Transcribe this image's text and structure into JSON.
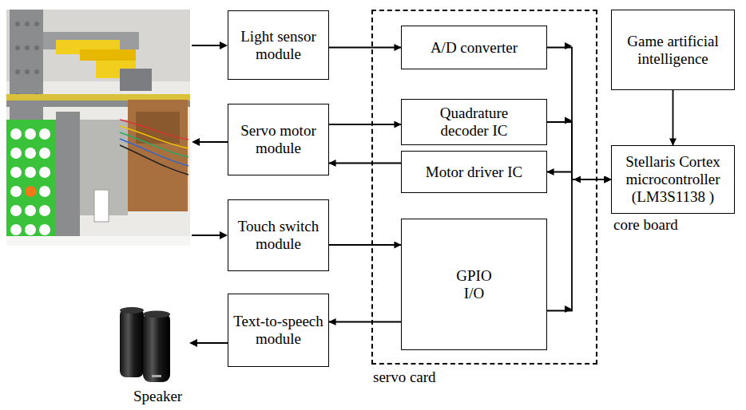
{
  "diagram": {
    "nodes": [
      {
        "text": [
          "Light sensor module"
        ]
      },
      {
        "text": [
          "Servo motor module"
        ]
      },
      {
        "text": [
          "Touch switch module"
        ]
      },
      {
        "text": [
          "Text-to-speech module"
        ]
      },
      {
        "text": [
          "servo card"
        ]
      },
      {
        "text": [
          "A/D converter"
        ],
        "in": 4
      },
      {
        "text": [
          "Quadrature decoder IC"
        ],
        "in": 4
      },
      {
        "text": [
          "Motor driver IC"
        ],
        "in": 4
      },
      {
        "text": [
          "GPIO I/O"
        ],
        "in": 4
      },
      {
        "text": [
          "Game artificial intelligence"
        ]
      },
      {
        "text": [
          "Stellaris Cortex microcontroller (LM3S1138 )",
          "core board"
        ]
      }
    ],
    "edges": [
      {
        "from": 0,
        "to": 5,
        "arrow": "to"
      },
      {
        "from": 1,
        "to": 6,
        "arrow": "to"
      },
      {
        "from": 7,
        "to": 1,
        "arrow": "to"
      },
      {
        "from": 2,
        "to": 8,
        "arrow": "to"
      },
      {
        "from": 8,
        "to": 3,
        "arrow": "to"
      },
      {
        "from": 5,
        "to": 10,
        "arrow": "to"
      },
      {
        "from": 6,
        "to": 10,
        "arrow": "to"
      },
      {
        "from": 10,
        "to": 7,
        "arrow": "to"
      },
      {
        "from": 8,
        "to": 10,
        "arrow": "to"
      },
      {
        "from": 9,
        "to": 10,
        "arrow": "to"
      }
    ],
    "labels": [
      "Speaker"
    ]
  }
}
